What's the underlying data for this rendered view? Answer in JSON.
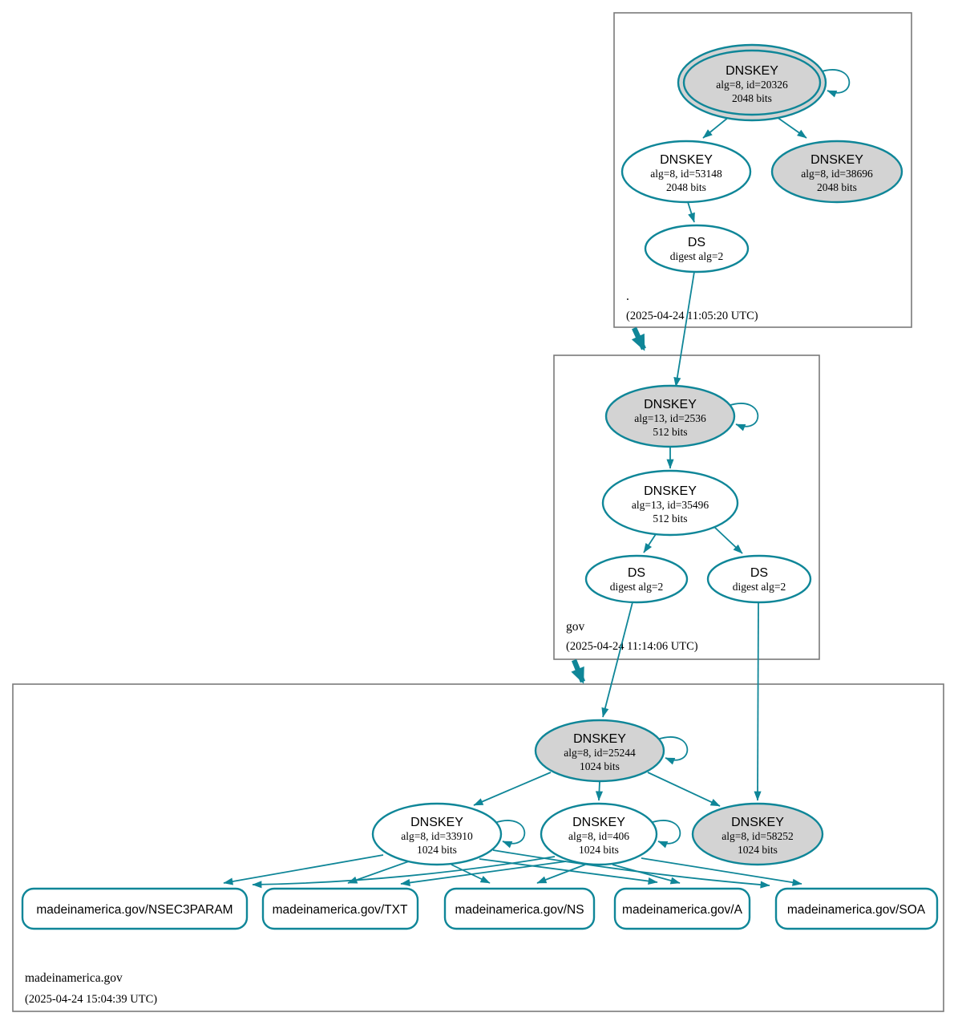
{
  "colors": {
    "edge": "#0f8698",
    "gray_fill": "#d3d3d3",
    "white_fill": "#ffffff",
    "box_border": "#7a7a7a",
    "text": "#000000"
  },
  "zones": [
    {
      "label": ".",
      "timestamp": "(2025-04-24 11:05:20 UTC)",
      "nodes": {
        "ksk": {
          "title": "DNSKEY",
          "line2": "alg=8, id=20326",
          "line3": "2048 bits"
        },
        "zsk": {
          "title": "DNSKEY",
          "line2": "alg=8, id=53148",
          "line3": "2048 bits"
        },
        "ksk2": {
          "title": "DNSKEY",
          "line2": "alg=8, id=38696",
          "line3": "2048 bits"
        },
        "ds": {
          "title": "DS",
          "line2": "digest alg=2"
        }
      }
    },
    {
      "label": "gov",
      "timestamp": "(2025-04-24 11:14:06 UTC)",
      "nodes": {
        "ksk": {
          "title": "DNSKEY",
          "line2": "alg=13, id=2536",
          "line3": "512 bits"
        },
        "zsk": {
          "title": "DNSKEY",
          "line2": "alg=13, id=35496",
          "line3": "512 bits"
        },
        "ds1": {
          "title": "DS",
          "line2": "digest alg=2"
        },
        "ds2": {
          "title": "DS",
          "line2": "digest alg=2"
        }
      }
    },
    {
      "label": "madeinamerica.gov",
      "timestamp": "(2025-04-24 15:04:39 UTC)",
      "nodes": {
        "ksk": {
          "title": "DNSKEY",
          "line2": "alg=8, id=25244",
          "line3": "1024 bits"
        },
        "zsk1": {
          "title": "DNSKEY",
          "line2": "alg=8, id=33910",
          "line3": "1024 bits"
        },
        "zsk2": {
          "title": "DNSKEY",
          "line2": "alg=8, id=406",
          "line3": "1024 bits"
        },
        "ksk2": {
          "title": "DNSKEY",
          "line2": "alg=8, id=58252",
          "line3": "1024 bits"
        }
      },
      "rrsets": [
        {
          "label": "madeinamerica.gov/NSEC3PARAM"
        },
        {
          "label": "madeinamerica.gov/TXT"
        },
        {
          "label": "madeinamerica.gov/NS"
        },
        {
          "label": "madeinamerica.gov/A"
        },
        {
          "label": "madeinamerica.gov/SOA"
        }
      ]
    }
  ]
}
